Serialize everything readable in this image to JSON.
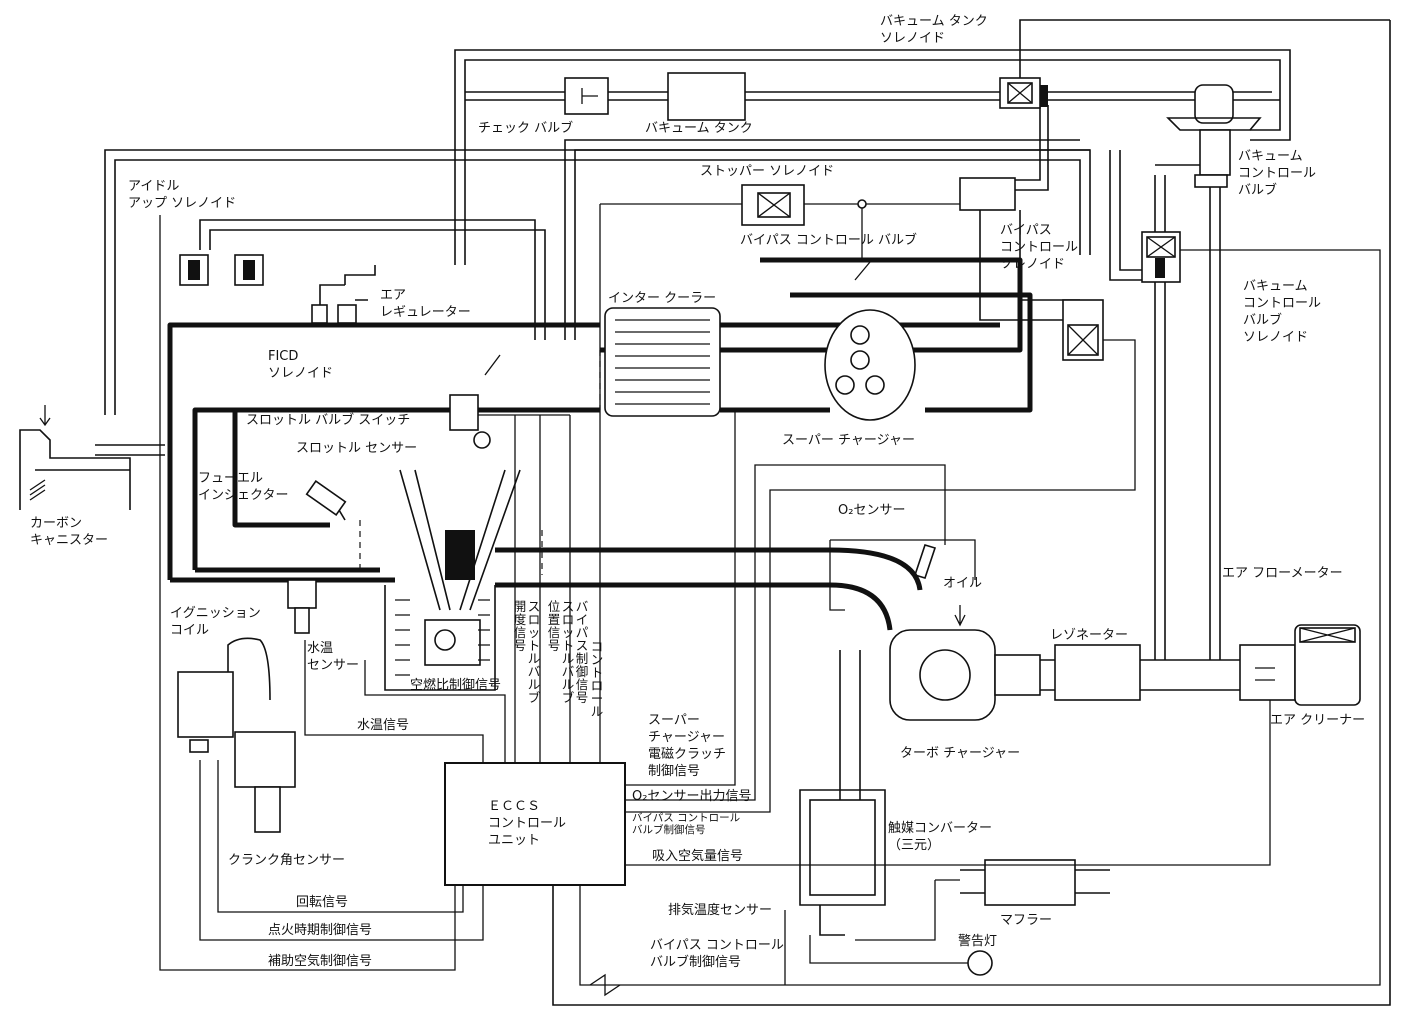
{
  "labels": {
    "vacuum_tank_solenoid": "バキューム タンク\nソレノイド",
    "check_valve": "チェック バルブ",
    "vacuum_tank": "バキューム タンク",
    "vacuum_control_valve": "バキューム\nコントロール\nバルブ",
    "stopper_solenoid": "ストッパー ソレノイド",
    "bypass_control_valve": "バイパス コントロール バルブ",
    "bypass_control_solenoid": "バイパス\nコントロール\nソレノイド",
    "vacuum_control_valve_solenoid": "バキューム\nコントロール\nバルブ\nソレノイド",
    "idle_up_solenoid": "アイドル\nアップ ソレノイド",
    "air_regulator": "エア\nレギュレーター",
    "fic_solenoid": "FICD\nソレノイド",
    "intercooler": "インター クーラー",
    "throttle_valve_switch": "スロットル バルブ スイッチ",
    "throttle_sensor": "スロットル センサー",
    "supercharger": "スーパー チャージャー",
    "fuel_injector": "フューエル\nインジェクター",
    "carbon_canister": "カーボン\nキャニスター",
    "o2_sensor": "O₂センサー",
    "oil": "オイル",
    "air_flow_meter": "エア フローメーター",
    "ignition_coil": "イグニッション\nコイル",
    "water_temp_sensor": "水温\nセンサー",
    "air_fuel_ratio_signal": "空燃比制御信号",
    "resonator": "レゾネーター",
    "air_cleaner": "エア クリーナー",
    "water_temp_signal": "水温信号",
    "turbocharger": "ターボ チャージャー",
    "supercharger_clutch_signal": "スーパー\nチャージャー\n電磁クラッチ\n制御信号",
    "ecu": "ＥＣＣＳ\nコントロール\nユニット",
    "o2_output_signal": "O₂センサー出力信号",
    "bypass_control_valve_signal_small": "バイパス コントロール\nバルブ制御信号",
    "catalytic_converter": "触媒コンバーター\n（三元）",
    "crank_angle_sensor": "クランク角センサー",
    "intake_air_signal": "吸入空気量信号",
    "muffler": "マフラー",
    "exhaust_temp_sensor": "排気温度センサー",
    "rpm_signal": "回転信号",
    "warning_lamp": "警告灯",
    "ignition_timing_signal": "点火時期制御信号",
    "bypass_control_valve_signal": "バイパス コントロール\nバルブ制御信号",
    "aux_air_signal": "補助空気制御信号"
  },
  "vertical_labels": {
    "opening_signal": "開\n度\n信\n号",
    "throttle_valve_1": "ス\nロ\nッ\nト\nル\nバ\nル\nブ",
    "position_signal": "位\n置\n信\n号",
    "throttle_valve_2": "ス\nロ\nッ\nト\nル\nバ\nル\nブ",
    "bypass_signal": "バ\nイ\nパ\nス\n制\n御\n信\n号",
    "control": "コ\nン\nト\nロ\nー\nル"
  }
}
